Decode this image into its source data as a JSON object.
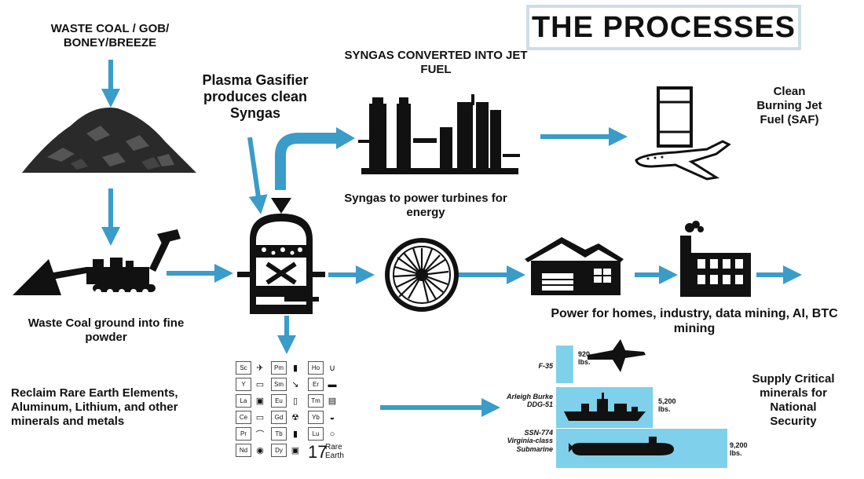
{
  "title": "THE PROCESSES",
  "labels": {
    "waste_coal": "WASTE COAL / GOB/ BONEY/BREEZE",
    "syngas_jet": "SYNGAS CONVERTED INTO JET FUEL",
    "plasma": "Plasma Gasifier produces clean Syngas",
    "clean_fuel": "Clean Burning Jet Fuel (SAF)",
    "syngas_power": "Syngas to power turbines for energy",
    "ground": "Waste Coal ground into fine powder",
    "power_homes": "Power for homes, industry, data mining, AI, BTC mining",
    "reclaim": "Reclaim Rare Earth Elements, Aluminum, Lithium, and other minerals and metals",
    "supply": "Supply Critical minerals for National Security"
  },
  "periodic_table": {
    "elements": [
      "Sc",
      "Y",
      "La",
      "Ce",
      "Pr",
      "Nd",
      "Pm",
      "Sm",
      "Eu",
      "Gd",
      "Tb",
      "Dy",
      "Ho",
      "Er",
      "Tm",
      "Yb",
      "Lu"
    ],
    "count": "17",
    "count_label": "Rare Earth"
  },
  "chart_data": {
    "type": "bar",
    "categories": [
      "F-35",
      "Arleigh Burke DDG-51",
      "SSN-774 Virginia-class Submarine"
    ],
    "values": [
      920,
      5200,
      9200
    ],
    "value_labels": [
      "920 lbs.",
      "5,200 lbs.",
      "9,200 lbs."
    ],
    "bar_color": "#7fd0ea"
  },
  "colors": {
    "arrow": "#3a9cc8",
    "icon": "#111111",
    "bar": "#7fd0ea"
  },
  "icons": [
    "coal-pile-icon",
    "crusher-machine-icon",
    "plasma-gasifier-icon",
    "refinery-icon",
    "airplane-icon",
    "turbine-icon",
    "house-icon",
    "factory-icon",
    "fighter-jet-icon",
    "destroyer-ship-icon",
    "submarine-icon"
  ]
}
